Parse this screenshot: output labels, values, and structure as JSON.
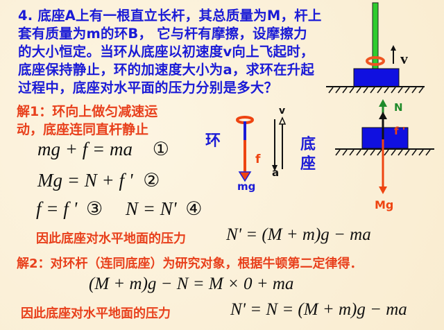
{
  "question": {
    "lines": [
      "4. 底座A上有一根直立长杆，其总质量为M，杆上",
      "套有质量为m的环B， 它与杆有摩擦，设摩擦力",
      "的大小恒定。当环从底座以初速度v向上飞起时，",
      "底座保持静止，环的加速度大小为a，求环在升起",
      "过程中，底座对水平面的压力分别是多大？"
    ]
  },
  "top_diagram": {
    "velocity_label": "v"
  },
  "solution1": {
    "heading_line1": "解1：环向上做匀减速运",
    "heading_line2": "动，底座连同直杆静止",
    "eq1": "mg + f = ma",
    "eq1_num": "①",
    "eq2": "Mg = N + f '",
    "eq2_num": "②",
    "eq3": "f = f '",
    "eq3_num": "③",
    "eq4": "N = N'",
    "eq4_num": "④",
    "conclusion_text": "因此底座对水平地面的压力",
    "conclusion_eq": "N' = (M + m)g − ma"
  },
  "ring_diagram": {
    "title": "环",
    "friction_label": "f",
    "gravity_label": "mg",
    "velocity_label": "v",
    "acceleration_label": "a"
  },
  "base_diagram": {
    "title_line1": "底",
    "title_line2": "座",
    "normal_label": "N",
    "friction_label": "f '",
    "gravity_label": "Mg"
  },
  "solution2": {
    "heading": "解2：对环杆（连同底座）为研究对象，根据牛顿第二定律得．",
    "eq": "(M + m)g − N = M × 0 + ma",
    "conclusion_text": "因此底座对水平地面的压力",
    "conclusion_eq": "N' = N = (M + m)g − ma"
  },
  "colors": {
    "blue_text": "#1b1bd6",
    "red_text": "#e8401c",
    "base_blue": "#1010e0",
    "rod_green": "#2ecc2e",
    "force_green": "#1f8a2a",
    "background": "#fbf1d8"
  }
}
